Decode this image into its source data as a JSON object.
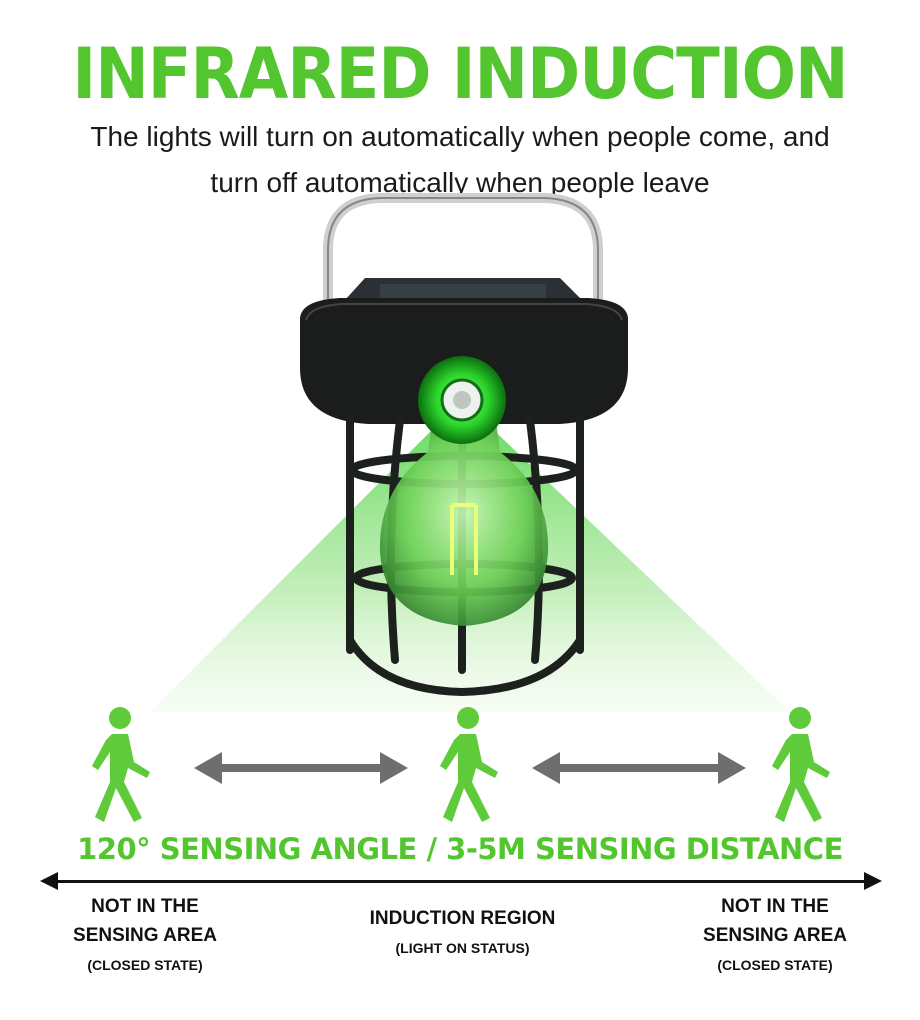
{
  "title": "INFRARED INDUCTION",
  "subtitle_line1": "The lights will turn on automatically when people come, and",
  "subtitle_line2": "turn off automatically when people leave",
  "sensing_caption": "120° SENSING ANGLE / 3-5M SENSING DISTANCE",
  "zones": {
    "left": {
      "line1": "NOT IN THE",
      "line2": "SENSING AREA",
      "state": "(CLOSED STATE)"
    },
    "middle": {
      "line1": "INDUCTION REGION",
      "state": "(LIGHT ON STATUS)"
    },
    "right": {
      "line1": "NOT IN THE",
      "line2": "SENSING AREA",
      "state": "(CLOSED STATE)"
    }
  },
  "colors": {
    "accent_green": "#53c62f",
    "lamp_body": "#1b1d1c",
    "arrow_gray": "#6e6e6e"
  },
  "icons": [
    "walking-person-icon",
    "double-arrow-icon",
    "motion-sensor-icon",
    "light-bulb-icon"
  ]
}
